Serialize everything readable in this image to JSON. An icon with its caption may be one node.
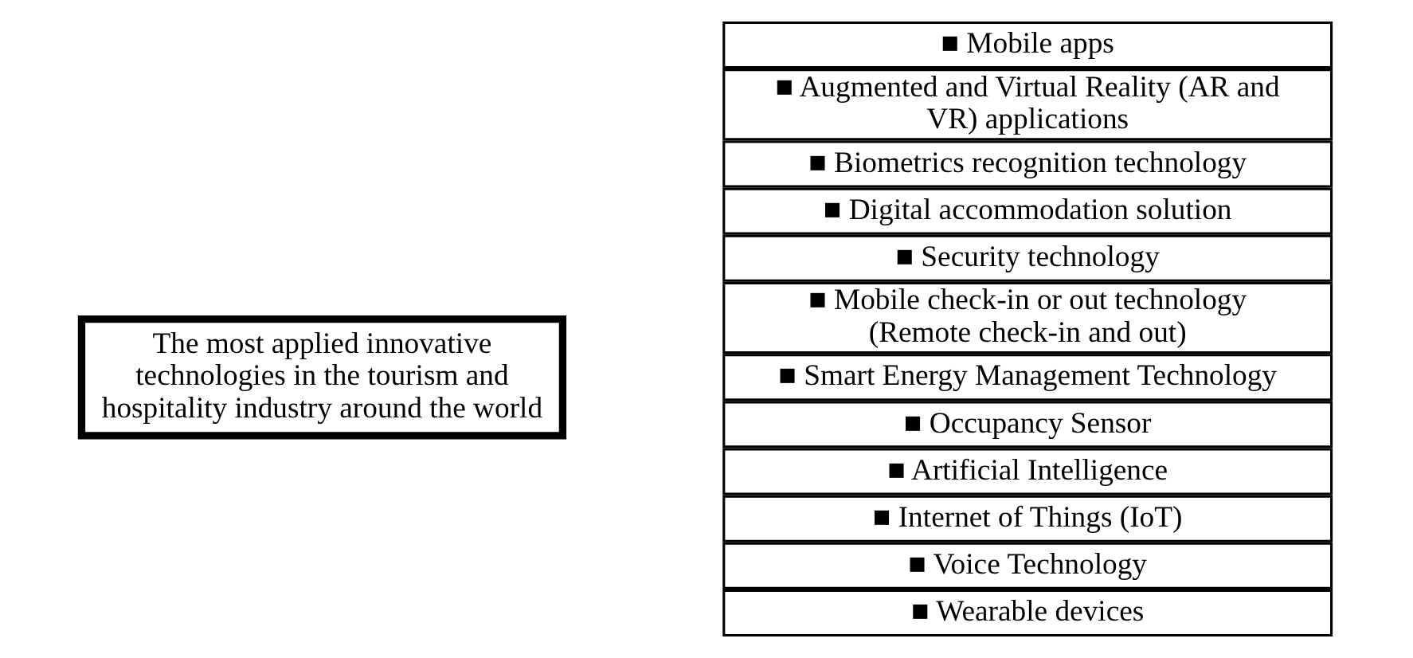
{
  "diagram": {
    "nodes": [
      {
        "text": [
          "The most applied innovative technologies in the tourism and hospitality industry around the world"
        ]
      },
      {
        "text": [
          "■ Mobile apps"
        ]
      },
      {
        "text": [
          "■ Augmented and Virtual Reality (AR and VR) applications"
        ]
      },
      {
        "text": [
          "■ Biometrics recognition technology"
        ]
      },
      {
        "text": [
          "■ Digital accommodation solution"
        ]
      },
      {
        "text": [
          "■ Security technology"
        ]
      },
      {
        "text": [
          "■ Mobile check-in or out technology (Remote check-in and out)"
        ]
      },
      {
        "text": [
          "■ Smart Energy Management Technology"
        ]
      },
      {
        "text": [
          "■ Occupancy Sensor"
        ]
      },
      {
        "text": [
          "■ Artificial Intelligence"
        ]
      },
      {
        "text": [
          "■ Internet of Things (IoT)"
        ]
      },
      {
        "text": [
          "■ Voice Technology"
        ]
      },
      {
        "text": [
          "■ Wearable devices"
        ]
      }
    ],
    "edges": []
  }
}
